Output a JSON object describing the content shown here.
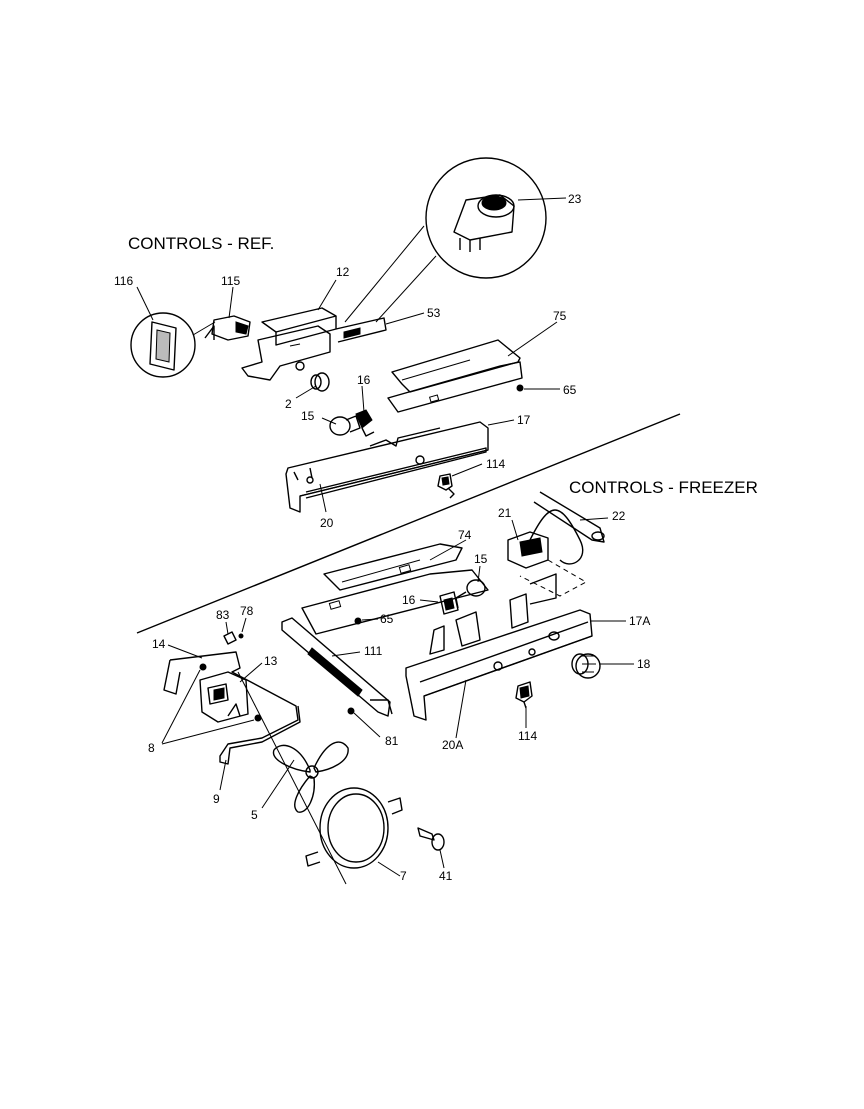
{
  "sections": {
    "ref_title": "CONTROLS - REF.",
    "freezer_title": "CONTROLS - FREEZER"
  },
  "callouts": {
    "c23": "23",
    "c116": "116",
    "c115": "115",
    "c12": "12",
    "c53": "53",
    "c75": "75",
    "c65a": "65",
    "c2": "2",
    "c16a": "16",
    "c15a": "15",
    "c17": "17",
    "c114a": "114",
    "c20": "20",
    "c22": "22",
    "c21": "21",
    "c74": "74",
    "c15b": "15",
    "c16b": "16",
    "c65b": "65",
    "c83": "83",
    "c78": "78",
    "c17a": "17A",
    "c14": "14",
    "c111": "111",
    "c13": "13",
    "c18": "18",
    "c8": "8",
    "c81": "81",
    "c20a": "20A",
    "c114b": "114",
    "c9": "9",
    "c5": "5",
    "c7": "7",
    "c41": "41"
  }
}
